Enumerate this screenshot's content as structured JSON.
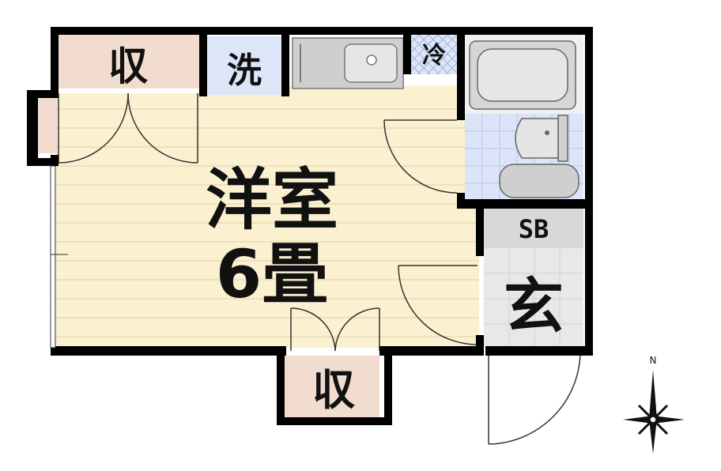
{
  "floor_plan": {
    "rooms": {
      "western_room": {
        "name": "洋室",
        "size": "6畳"
      },
      "closet_top": "収",
      "closet_bottom": "収",
      "washer": "洗",
      "fridge": "冷",
      "shoe_box": "SB",
      "entrance": "玄"
    },
    "compass": {
      "north_label": "N"
    },
    "colors": {
      "floor": "#fbf0cf",
      "floor_lines": "#e6dcb4",
      "closet": "#f1dccf",
      "washer": "#dde6f8",
      "bath_tile": "#dbe4f8",
      "entrance": "#e8e8e8",
      "shoe_box": "#d8d8d8",
      "fixture": "#c8c8c8",
      "wall": "#000000"
    }
  }
}
